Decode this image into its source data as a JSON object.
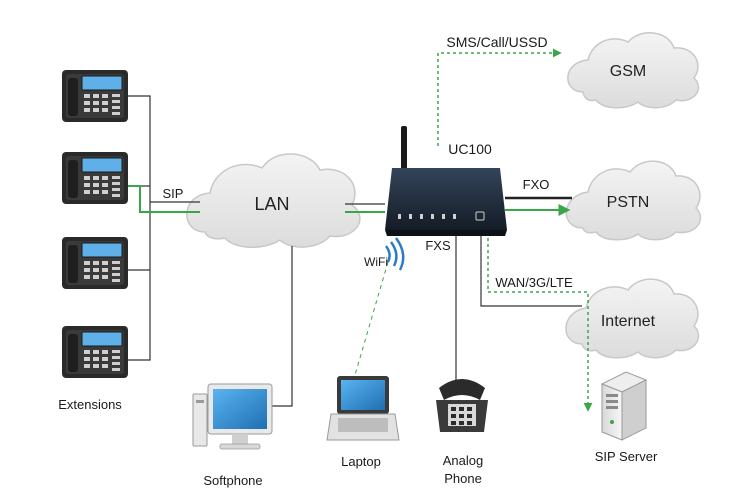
{
  "colors": {
    "green": "#3aa64a",
    "line": "#333333",
    "cloud_fill": "#e9e9e9",
    "cloud_stroke": "#c8c8c8",
    "device": "#1f2b3a",
    "screen": "#2b8fd6"
  },
  "clouds": {
    "lan": "LAN",
    "gsm": "GSM",
    "pstn": "PSTN",
    "internet": "Internet"
  },
  "device": {
    "name": "UC100"
  },
  "links": {
    "sip": "SIP",
    "sms": "SMS/Call/USSD",
    "fxo": "FXO",
    "fxs": "FXS",
    "wifi": "WiFi",
    "wan": "WAN/3G/LTE"
  },
  "endpoints": {
    "extensions": "Extensions",
    "softphone": "Softphone",
    "laptop": "Laptop",
    "analog_line1": "Analog",
    "analog_line2": "Phone",
    "sip_server": "SIP Server"
  },
  "icons": [
    "ip-phone-icon",
    "computer-icon",
    "laptop-icon",
    "analog-phone-icon",
    "server-icon",
    "wifi-icon",
    "cloud-icon",
    "router-icon"
  ]
}
